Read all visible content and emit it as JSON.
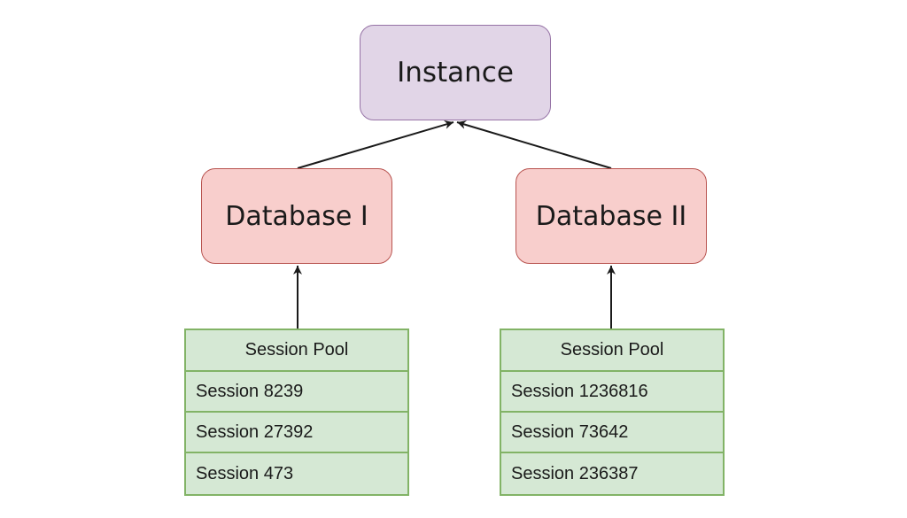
{
  "colors": {
    "instance_fill": "#e1d5e7",
    "instance_stroke": "#9673a6",
    "database_fill": "#f8cecc",
    "database_stroke": "#b85450",
    "pool_header_fill": "#d5e8d4",
    "pool_row_fill": "#d5e8d4",
    "pool_stroke": "#82b366",
    "arrow": "#1a1a1a"
  },
  "instance": {
    "label": "Instance"
  },
  "databases": [
    {
      "label": "Database I",
      "pool": {
        "title": "Session Pool",
        "sessions": [
          "Session 8239",
          "Session 27392",
          "Session 473"
        ]
      }
    },
    {
      "label": "Database II",
      "pool": {
        "title": "Session Pool",
        "sessions": [
          "Session 1236816",
          "Session 73642",
          "Session 236387"
        ]
      }
    }
  ]
}
